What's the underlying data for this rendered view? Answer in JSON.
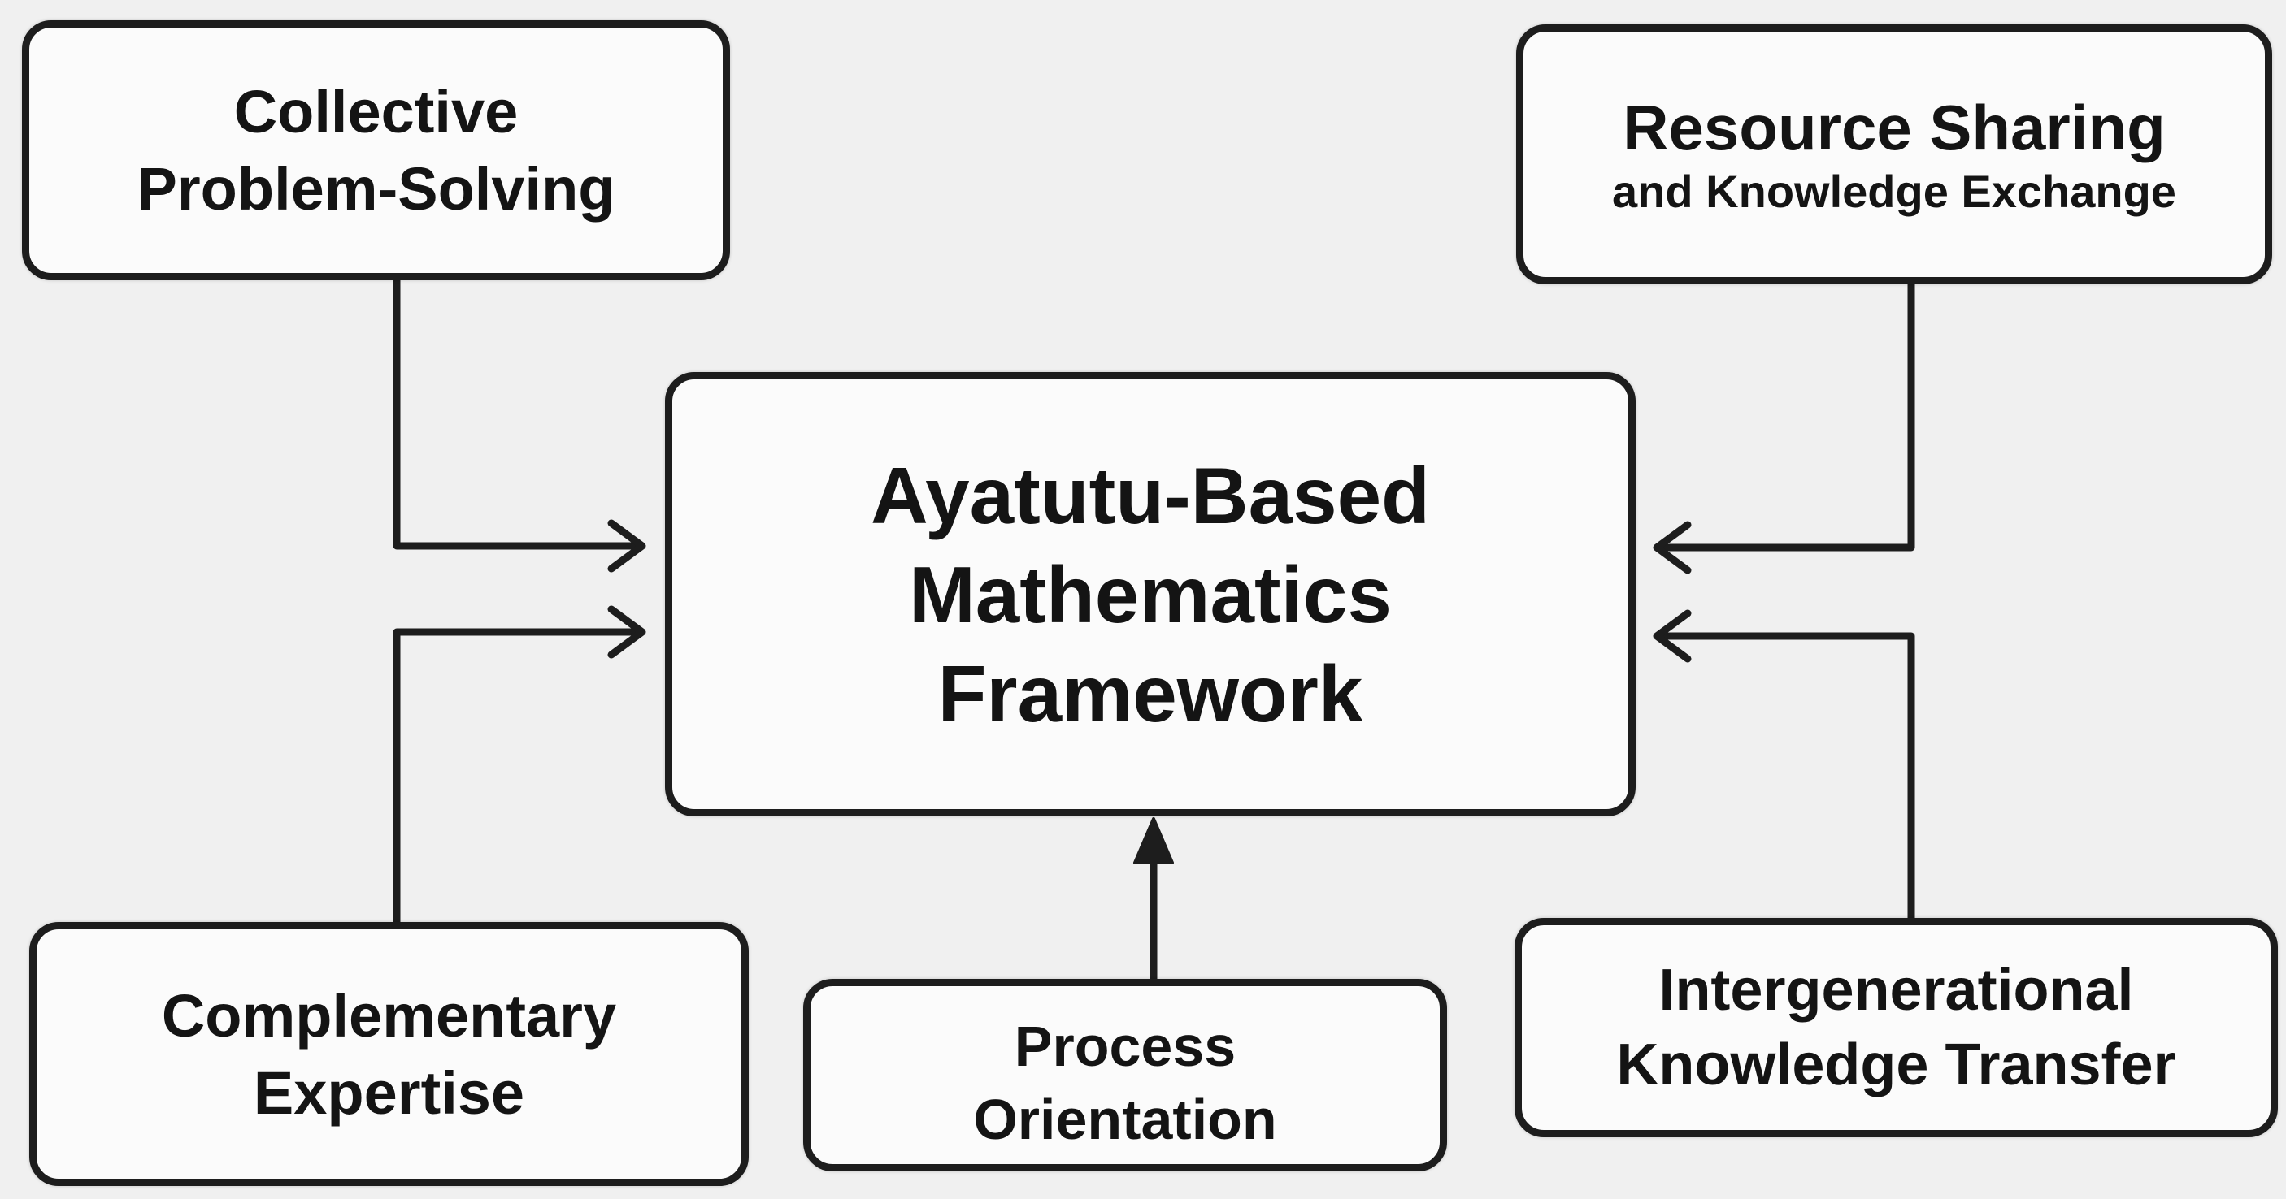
{
  "canvas": {
    "background_color": "#f0f0f0",
    "node_fill_color": "#fbfbfb",
    "line_color": "#1d1d1d",
    "text_color": "#141414"
  },
  "nodes": {
    "collective": {
      "lines": [
        "Collective",
        "Problem-Solving"
      ]
    },
    "resource": {
      "title": "Resource Sharing",
      "subtitle": "and Knowledge Exchange"
    },
    "framework": {
      "lines": [
        "Ayatutu-Based",
        "Mathematics",
        "Framework"
      ]
    },
    "complementary": {
      "lines": [
        "Complementary",
        "Expertise"
      ]
    },
    "process": {
      "lines": [
        "Process",
        "Orientation"
      ]
    },
    "intergenerational": {
      "lines": [
        "Intergenerational",
        "Knowledge Transfer"
      ]
    }
  },
  "connections": [
    {
      "from": "collective",
      "to": "framework",
      "direction": "right"
    },
    {
      "from": "complementary",
      "to": "framework",
      "direction": "right"
    },
    {
      "from": "resource",
      "to": "framework",
      "direction": "left"
    },
    {
      "from": "intergenerational",
      "to": "framework",
      "direction": "left"
    },
    {
      "from": "process",
      "to": "framework",
      "direction": "up"
    }
  ]
}
